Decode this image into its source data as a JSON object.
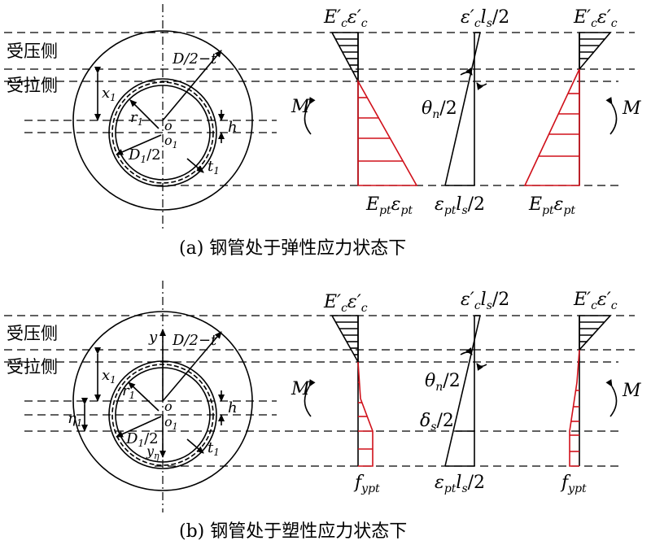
{
  "panel_a": {
    "side_compression": "受压侧",
    "side_tension": "受拉侧",
    "caption": "(a) 钢管处于弹性应力状态下",
    "section_labels": {
      "d_minus_t": "D/2−t",
      "x1": "x",
      "x1_sub": "1",
      "r1": "r",
      "r1_sub": "1",
      "o": "o",
      "o1": "o",
      "o1_sub": "1",
      "h": "h",
      "d1": "D",
      "d1_sub": "1",
      "d1_tail": "/2",
      "t1": "t",
      "t1_sub": "1"
    },
    "moment": "M",
    "left_top": {
      "e": "E′",
      "e_sub": "c",
      "eps": "ε′",
      "eps_sub": "c"
    },
    "left_bottom": {
      "e": "E",
      "e_sub": "pt",
      "eps": "ε",
      "eps_sub": "pt"
    },
    "mid_top": {
      "eps": "ε′",
      "eps_sub": "c",
      "l": "l",
      "l_sub": "s",
      "tail": "/2"
    },
    "mid_theta": {
      "theta": "θ",
      "theta_sub": "n",
      "tail": "/2"
    },
    "mid_bottom": {
      "eps": "ε",
      "eps_sub": "pt",
      "l": "l",
      "l_sub": "s",
      "tail": "/2"
    },
    "right_top": {
      "e": "E′",
      "e_sub": "c",
      "eps": "ε′",
      "eps_sub": "c"
    },
    "right_bottom": {
      "e": "E",
      "e_sub": "pt",
      "eps": "ε",
      "eps_sub": "pt"
    }
  },
  "panel_b": {
    "side_compression": "受压侧",
    "side_tension": "受拉侧",
    "caption": "(b) 钢管处于塑性应力状态下",
    "section_labels": {
      "y": "y",
      "d_minus_t": "D/2−t",
      "x1": "x",
      "x1_sub": "1",
      "eta1": "η",
      "eta1_sub": "1",
      "r1": "r",
      "r1_sub": "1",
      "o": "o",
      "o1": "o",
      "o1_sub": "1",
      "h": "h",
      "d1": "D",
      "d1_sub": "1",
      "d1_tail": "/2",
      "t1": "t",
      "t1_sub": "1",
      "y_eta": "y",
      "y_eta_sub": "η"
    },
    "moment": "M",
    "left_top": {
      "e": "E′",
      "e_sub": "c",
      "eps": "ε′",
      "eps_sub": "c"
    },
    "left_bottom": {
      "f": "f",
      "f_sub": "ypt"
    },
    "mid_top": {
      "eps": "ε′",
      "eps_sub": "c",
      "l": "l",
      "l_sub": "s",
      "tail": "/2"
    },
    "mid_theta": {
      "theta": "θ",
      "theta_sub": "n",
      "tail": "/2"
    },
    "mid_delta": {
      "delta": "δ",
      "delta_sub": "s",
      "tail": "/2"
    },
    "mid_bottom": {
      "eps": "ε",
      "eps_sub": "pt",
      "l": "l",
      "l_sub": "s",
      "tail": "/2"
    },
    "right_top": {
      "e": "E′",
      "e_sub": "c",
      "eps": "ε′",
      "eps_sub": "c"
    },
    "right_bottom": {
      "f": "f",
      "f_sub": "ypt"
    }
  },
  "colors": {
    "line": "#000000",
    "tension_stress": "#d0101a"
  }
}
